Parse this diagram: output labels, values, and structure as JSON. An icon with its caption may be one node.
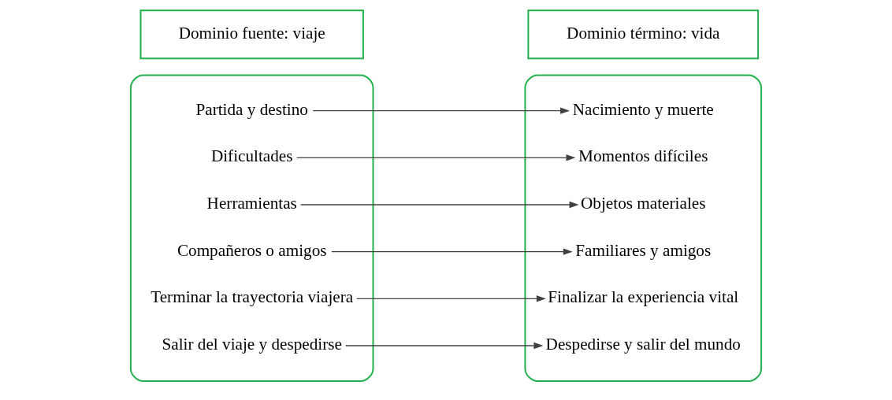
{
  "diagram": {
    "nodes": [
      {
        "text": [
          "Dominio fuente: viaje"
        ]
      },
      {
        "text": [
          "Dominio término: vida"
        ]
      },
      {
        "text": [],
        "shape": "box"
      },
      {
        "text": [
          "Partida y destino"
        ],
        "in": 2
      },
      {
        "text": [
          "Dificultades"
        ],
        "in": 2
      },
      {
        "text": [
          "Herramientas"
        ],
        "in": 2
      },
      {
        "text": [
          "Compañeros o amigos"
        ],
        "in": 2
      },
      {
        "text": [
          "Terminar la trayectoria viajera"
        ],
        "in": 2
      },
      {
        "text": [
          "Salir del viaje y despedirse"
        ],
        "in": 2
      },
      {
        "text": [],
        "shape": "box"
      },
      {
        "text": [
          "Nacimiento y muerte"
        ],
        "in": 9
      },
      {
        "text": [
          "Momentos difíciles"
        ],
        "in": 9
      },
      {
        "text": [
          "Objetos materiales"
        ],
        "in": 9
      },
      {
        "text": [
          "Familiares y amigos"
        ],
        "in": 9
      },
      {
        "text": [
          "Finalizar la experiencia vital"
        ],
        "in": 9
      },
      {
        "text": [
          "Despedirse y salir del mundo"
        ],
        "in": 9
      }
    ],
    "edges": [
      {
        "from": 3,
        "to": 10,
        "arrow": "to"
      },
      {
        "from": 4,
        "to": 11,
        "arrow": "to"
      },
      {
        "from": 5,
        "to": 12,
        "arrow": "to"
      },
      {
        "from": 6,
        "to": 13,
        "arrow": "to"
      },
      {
        "from": 7,
        "to": 14,
        "arrow": "to"
      },
      {
        "from": 8,
        "to": 15,
        "arrow": "to"
      }
    ]
  }
}
